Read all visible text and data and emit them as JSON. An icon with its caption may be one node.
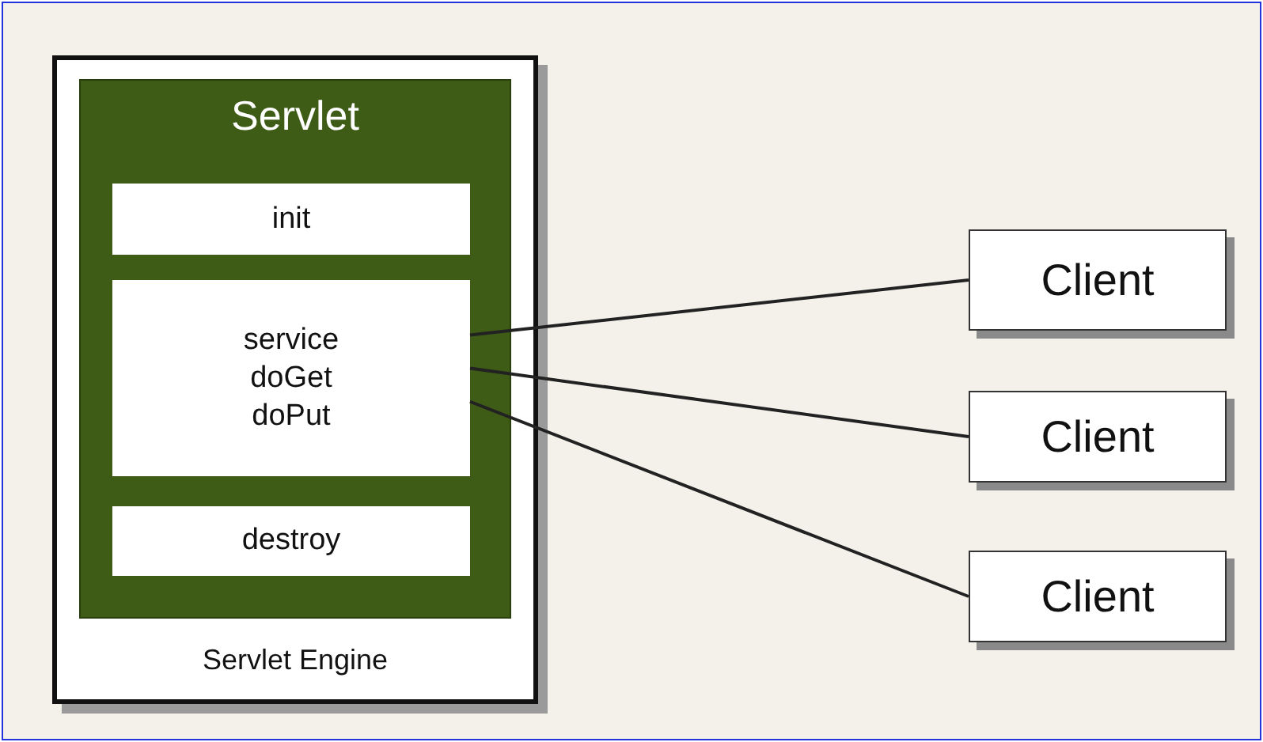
{
  "diagram": {
    "nodes": [
      {
        "text": [
          "Servlet Engine"
        ]
      },
      {
        "text": [
          "Servlet"
        ],
        "in": 0
      },
      {
        "text": [
          "init"
        ],
        "in": 1
      },
      {
        "text": [
          "service doGet doPut"
        ],
        "in": 1
      },
      {
        "text": [
          "destroy"
        ],
        "in": 1
      },
      {
        "text": [
          "Client"
        ]
      },
      {
        "text": [
          "Client"
        ]
      },
      {
        "text": [
          "Client"
        ]
      }
    ],
    "edges": [
      {
        "from": 3,
        "to": 5,
        "arrow": "none"
      },
      {
        "from": 3,
        "to": 6,
        "arrow": "none"
      },
      {
        "from": 3,
        "to": 7,
        "arrow": "none"
      }
    ]
  }
}
